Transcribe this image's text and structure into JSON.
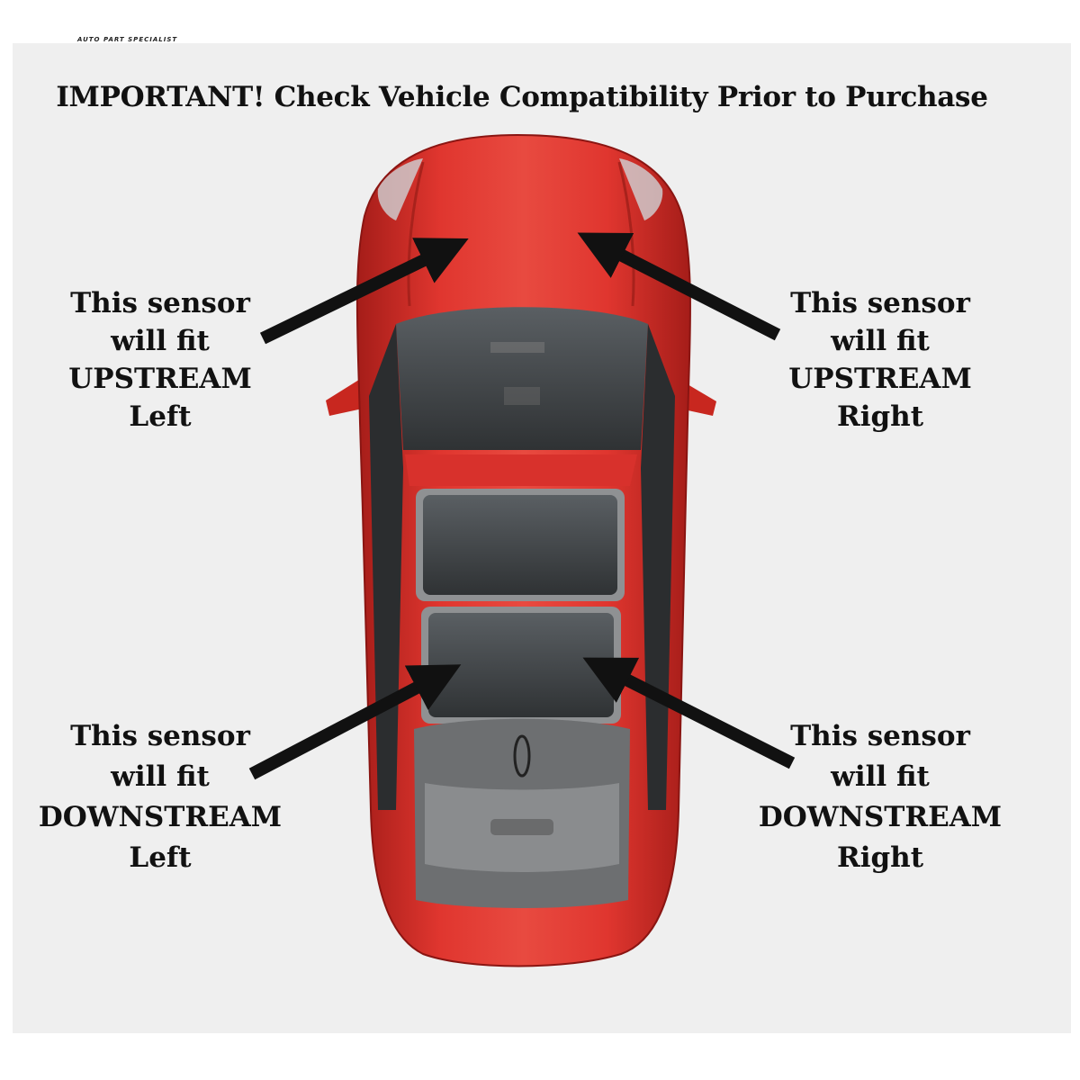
{
  "brand_text": "AUTO PART SPECIALIST",
  "title": "IMPORTANT! Check Vehicle Compatibility Prior to Purchase",
  "callouts": {
    "upstream_left": [
      "This sensor",
      "will fit",
      "UPSTREAM",
      "Left"
    ],
    "upstream_right": [
      "This sensor",
      "will fit",
      "UPSTREAM",
      "Right"
    ],
    "downstream_left": [
      "This sensor",
      "will fit",
      "DOWNSTREAM",
      "Left"
    ],
    "downstream_right": [
      "This sensor",
      "will fit",
      "DOWNSTREAM",
      "Right"
    ]
  },
  "colors": {
    "car_body": "#d8312c",
    "car_dark": "#9e1b18",
    "glass": "#3e3e3e",
    "arrow": "#111111",
    "panel": "#efefef"
  },
  "icons": [
    "car-top-view-icon",
    "arrow-icon"
  ]
}
